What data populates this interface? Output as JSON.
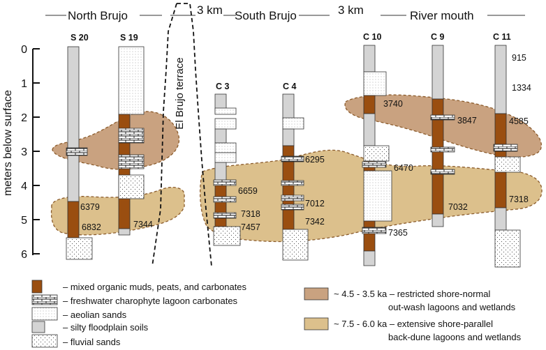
{
  "headers": {
    "north": "North Brujo",
    "south": "South Brujo",
    "river": "River mouth",
    "dist_1": "3 km",
    "dist_2": "3 km"
  },
  "terrace_label": "El Brujo terrace",
  "axis": {
    "label": "meters below surface",
    "ticks": [
      "0",
      "1",
      "2",
      "3",
      "4",
      "5",
      "6"
    ]
  },
  "cores": [
    "S 20",
    "S 19",
    "C 3",
    "C 4",
    "C 10",
    "C 9",
    "C 11"
  ],
  "ages": {
    "s20_a": "6379",
    "s20_b": "6832",
    "s19_a": "7344",
    "c3_a": "6659",
    "c3_b": "7318",
    "c3_c": "7457",
    "c4_a": "6295",
    "c4_b": "7012",
    "c4_c": "7342",
    "c10_a": "3740",
    "c10_b": "6470",
    "c10_c": "7365",
    "c9_a": "3847",
    "c9_b": "7032",
    "c11_a": "915",
    "c11_b": "1334",
    "c11_c": "4585",
    "c11_d": "7318"
  },
  "legend": {
    "organic": "– mixed organic muds, peats, and carbonates",
    "charophyte": "– freshwater charophyte lagoon carbonates",
    "aeolian": "– aeolian sands",
    "silty": "– silty floodplain soils",
    "fluvial": "– fluvial sands",
    "restricted_1": "~ 4.5 - 3.5 ka – restricted shore-normal",
    "restricted_2": "out-wash lagoons and wetlands",
    "extensive_1": "~ 7.5 - 6.0 ka – extensive shore-parallel",
    "extensive_2": "back-dune lagoons and wetlands"
  },
  "colors": {
    "organic": "#9a4e10",
    "silty": "#d4d4d4",
    "restricted_zone": "#c9a280",
    "extensive_zone": "#dcc08c",
    "zone_border": "#8a5a2a"
  }
}
